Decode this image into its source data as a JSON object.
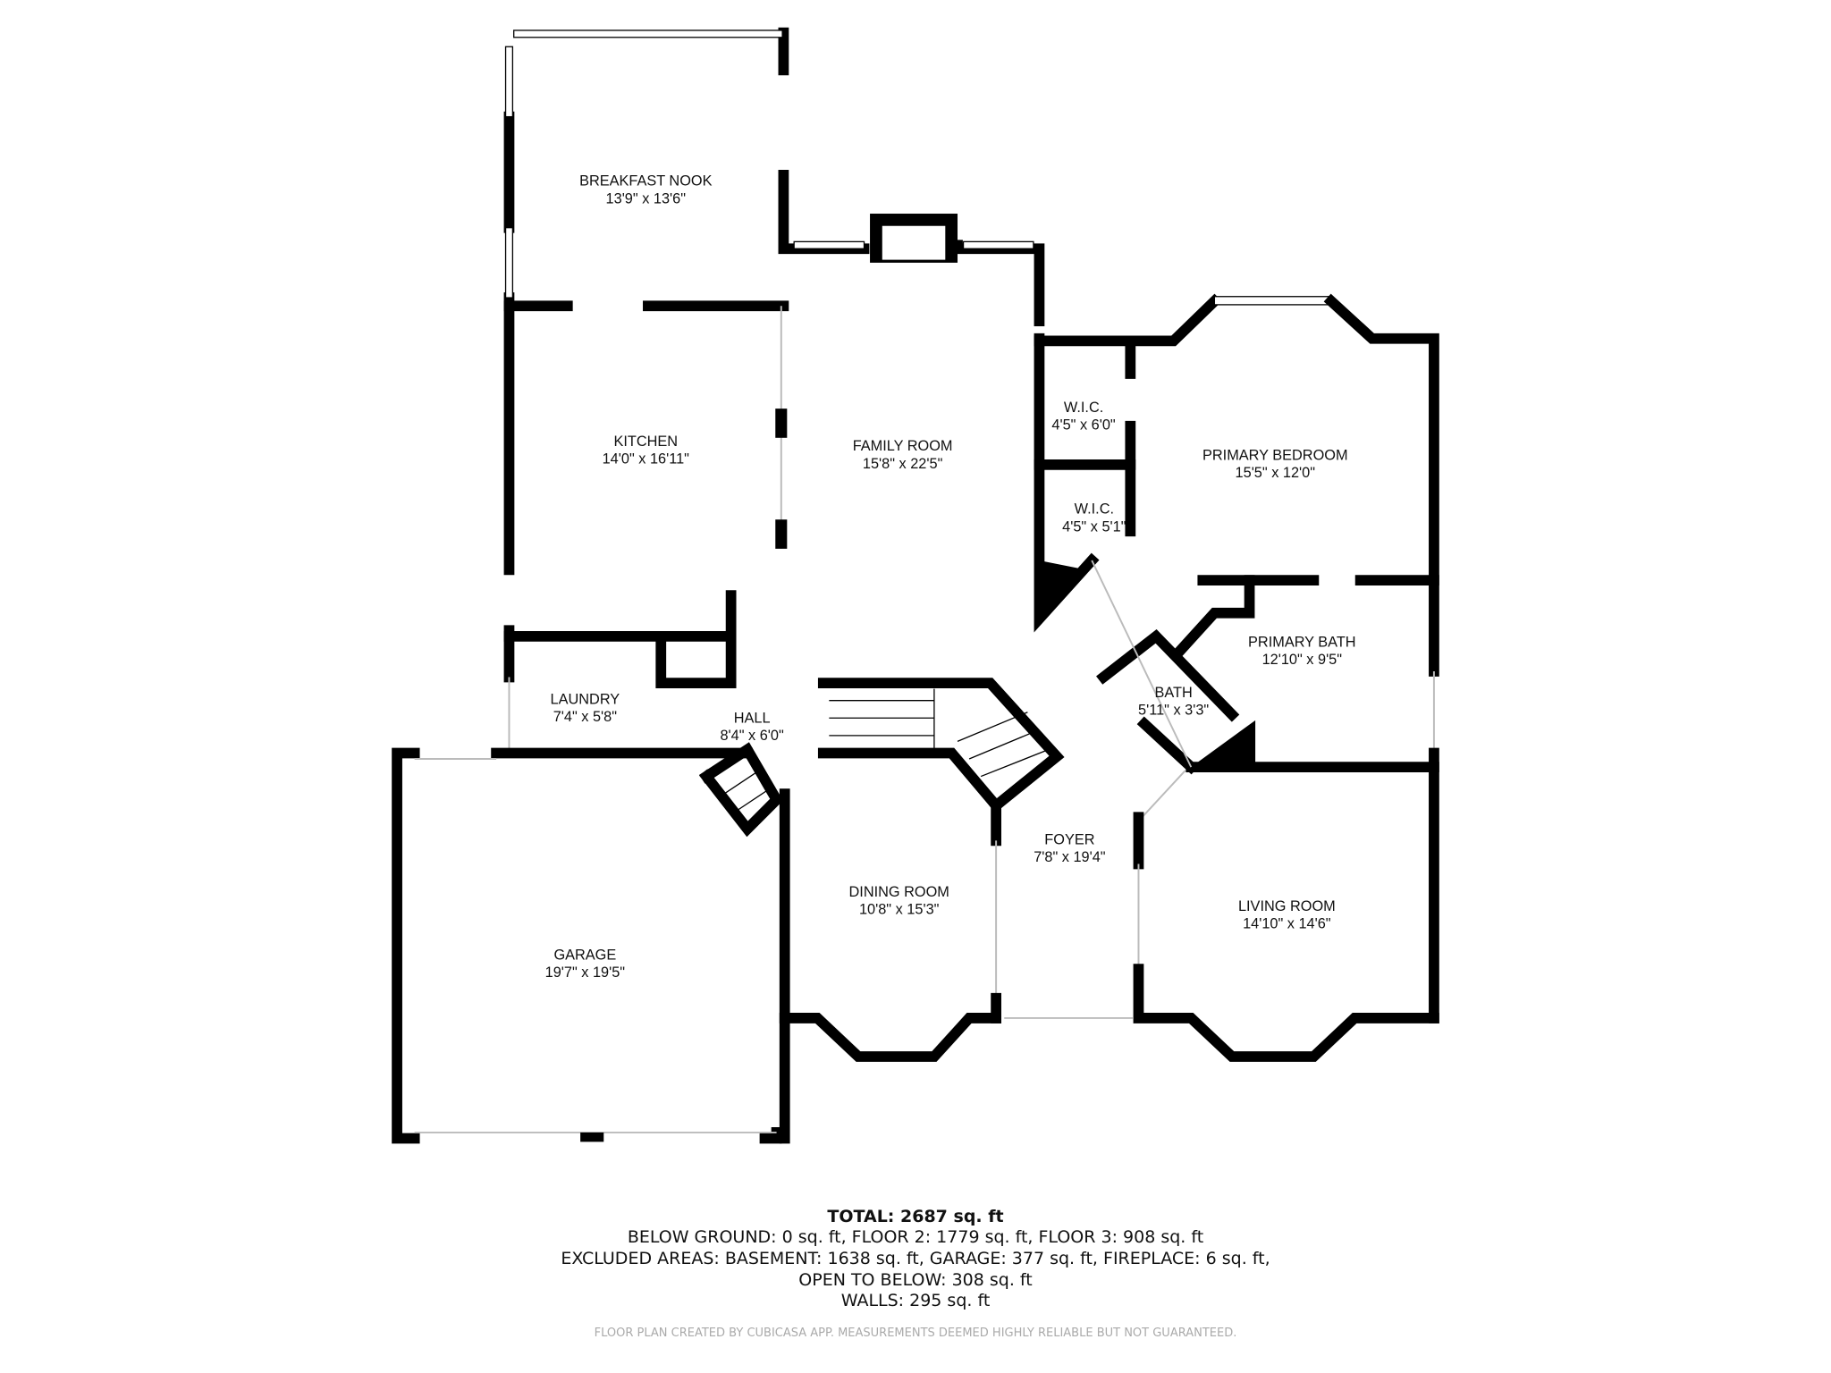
{
  "rooms": [
    {
      "name": "BREAKFAST NOOK",
      "size": "13'9\" x 13'6\""
    },
    {
      "name": "KITCHEN",
      "size": "14'0\" x 16'11\""
    },
    {
      "name": "FAMILY ROOM",
      "size": "15'8\" x 22'5\""
    },
    {
      "name": "W.I.C.",
      "size": "4'5\" x 6'0\""
    },
    {
      "name": "W.I.C.",
      "size": "4'5\" x 5'1\""
    },
    {
      "name": "PRIMARY BEDROOM",
      "size": "15'5\" x 12'0\""
    },
    {
      "name": "PRIMARY BATH",
      "size": "12'10\" x 9'5\""
    },
    {
      "name": "BATH",
      "size": "5'11\" x 3'3\""
    },
    {
      "name": "LAUNDRY",
      "size": "7'4\" x 5'8\""
    },
    {
      "name": "HALL",
      "size": "8'4\" x 6'0\""
    },
    {
      "name": "FOYER",
      "size": "7'8\" x 19'4\""
    },
    {
      "name": "DINING ROOM",
      "size": "10'8\" x 15'3\""
    },
    {
      "name": "LIVING ROOM",
      "size": "14'10\" x 14'6\""
    },
    {
      "name": "GARAGE",
      "size": "19'7\" x 19'5\""
    }
  ],
  "summary": {
    "total": "TOTAL: 2687 sq. ft",
    "lines": [
      "BELOW GROUND: 0 sq. ft, FLOOR 2: 1779 sq. ft, FLOOR 3: 908 sq. ft",
      "EXCLUDED AREAS: BASEMENT: 1638 sq. ft, GARAGE: 377 sq. ft, FIREPLACE: 6 sq. ft,",
      "OPEN TO BELOW: 308 sq. ft",
      "WALLS: 295 sq. ft"
    ],
    "credit": "FLOOR PLAN CREATED BY CUBICASA APP. MEASUREMENTS DEEMED HIGHLY RELIABLE BUT NOT GUARANTEED."
  }
}
